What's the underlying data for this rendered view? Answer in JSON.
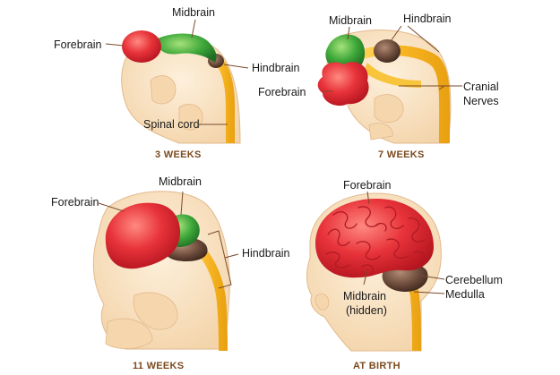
{
  "panels": [
    {
      "title": "3 WEEKS",
      "labels": {
        "forebrain": "Forebrain",
        "midbrain": "Midbrain",
        "hindbrain": "Hindbrain",
        "spinal_cord": "Spinal cord"
      }
    },
    {
      "title": "7 WEEKS",
      "labels": {
        "midbrain": "Midbrain",
        "hindbrain": "Hindbrain",
        "forebrain": "Forebrain",
        "cranial_line1": "Cranial",
        "cranial_line2": "Nerves"
      }
    },
    {
      "title": "11 WEEKS",
      "labels": {
        "forebrain": "Forebrain",
        "midbrain": "Midbrain",
        "hindbrain": "Hindbrain"
      }
    },
    {
      "title": "AT BIRTH",
      "labels": {
        "forebrain": "Forebrain",
        "cerebellum": "Cerebellum",
        "medulla": "Medulla",
        "midbrain_hidden_line1": "Midbrain",
        "midbrain_hidden_line2": "(hidden)"
      }
    }
  ],
  "colors": {
    "forebrain": "#e8333a",
    "midbrain": "#3ea83a",
    "hindbrain": "#6b4a3a",
    "spinal_cord": "#f2b31b",
    "skin": "#f9dfb8",
    "skin_edge": "#e2b98c",
    "title": "#7a4a1e"
  }
}
